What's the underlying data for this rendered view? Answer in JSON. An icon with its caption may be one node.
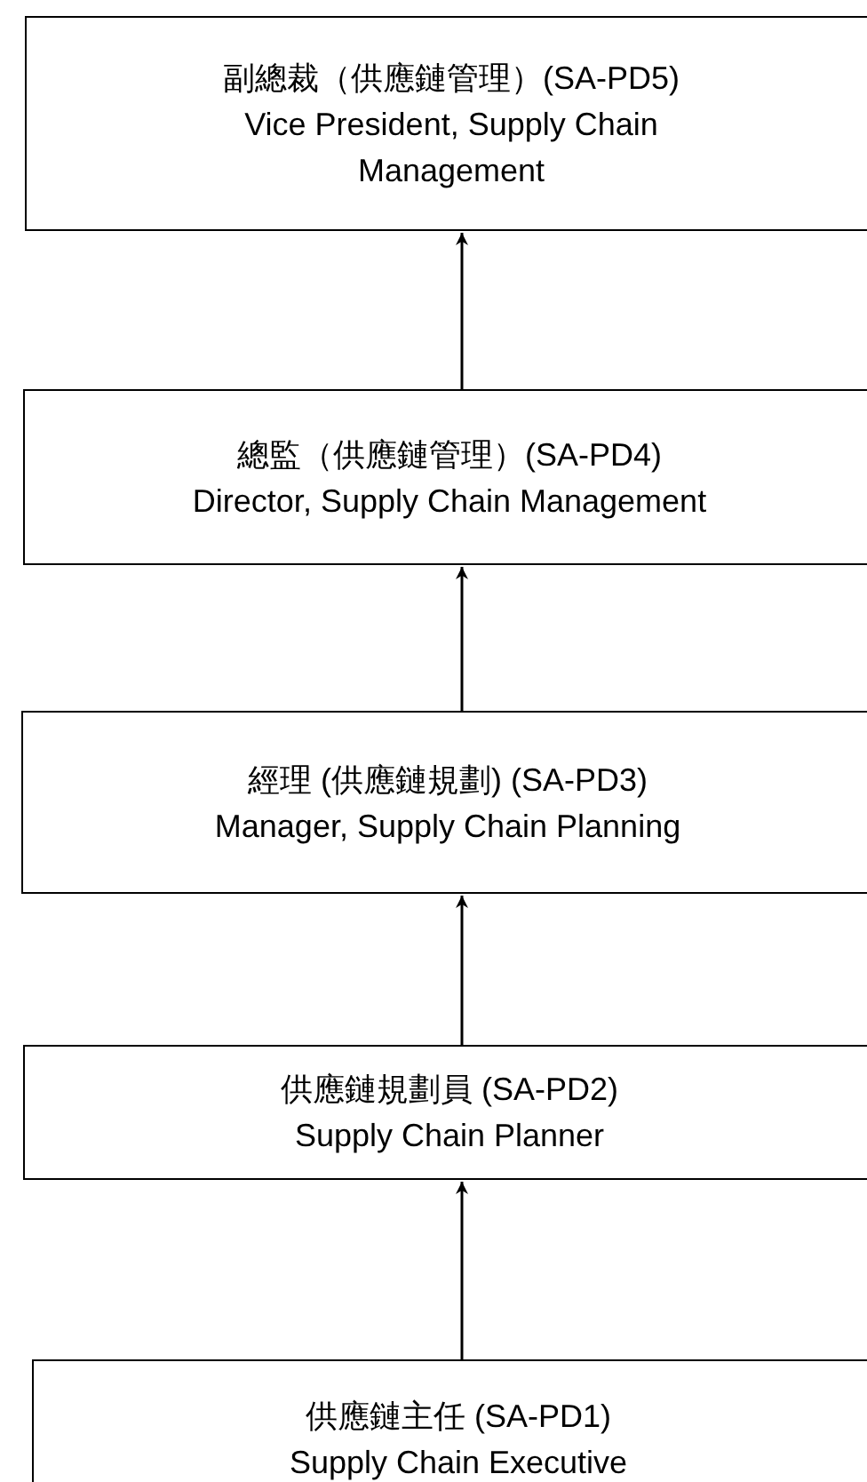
{
  "diagram": {
    "nodes": [
      {
        "text": [
          "副總裁（供應鏈管理）(SA-PD5)",
          "Vice President, Supply Chain Management"
        ]
      },
      {
        "text": [
          "總監（供應鏈管理）(SA-PD4)",
          "Director, Supply Chain Management"
        ]
      },
      {
        "text": [
          "經理 (供應鏈規劃) (SA-PD3)",
          "Manager, Supply Chain Planning"
        ]
      },
      {
        "text": [
          "供應鏈規劃員 (SA-PD2)",
          "Supply Chain Planner"
        ]
      },
      {
        "text": [
          "供應鏈主任 (SA-PD1)",
          "Supply Chain Executive"
        ]
      }
    ],
    "edges": [
      {
        "from": 1,
        "to": 0,
        "arrow": "to"
      },
      {
        "from": 2,
        "to": 1,
        "arrow": "to"
      },
      {
        "from": 3,
        "to": 2,
        "arrow": "to"
      },
      {
        "from": 4,
        "to": 3,
        "arrow": "to"
      }
    ]
  }
}
